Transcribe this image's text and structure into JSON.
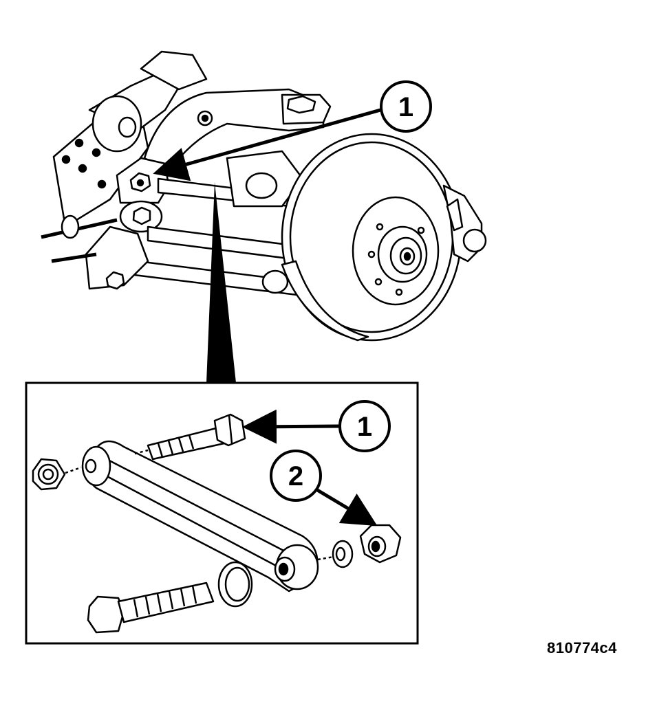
{
  "figure_id": "810774c4",
  "callouts": [
    {
      "id": "callout-1-top",
      "number": "1"
    },
    {
      "id": "callout-1-inset",
      "number": "1"
    },
    {
      "id": "callout-2-inset",
      "number": "2"
    }
  ],
  "colors": {
    "line": "#000000",
    "fill": "#ffffff"
  },
  "icons": [
    "suspension-assembly",
    "brake-rotor",
    "lateral-link",
    "bolt",
    "nut",
    "washer",
    "bushing"
  ]
}
